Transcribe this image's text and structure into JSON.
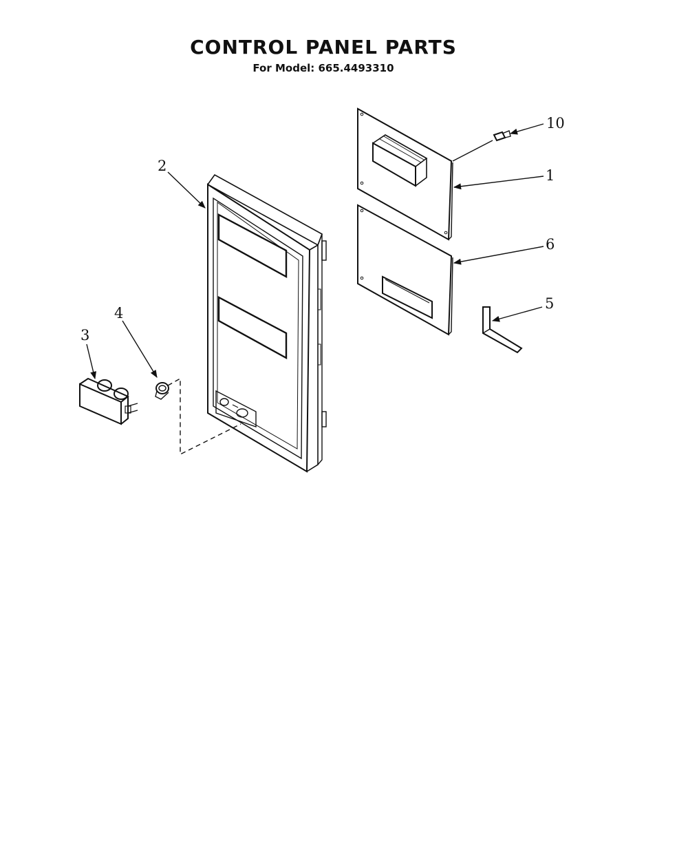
{
  "header": {
    "title": "CONTROL PANEL PARTS",
    "subtitle": "For Model: 665.4493310"
  },
  "callouts": {
    "c1": "1",
    "c2": "2",
    "c3": "3",
    "c4": "4",
    "c5": "5",
    "c6": "6",
    "c10": "10"
  }
}
